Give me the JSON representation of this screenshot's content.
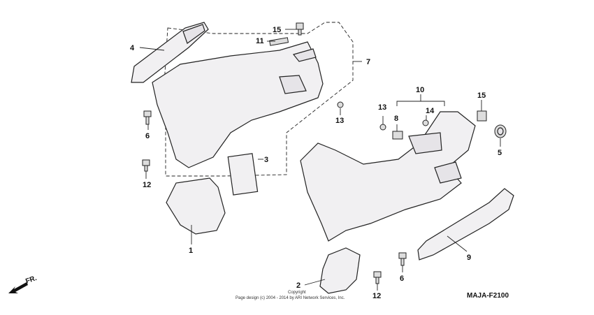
{
  "callouts": {
    "p1": "1",
    "p2": "2",
    "p3": "3",
    "p4": "4",
    "p5": "5",
    "p6a": "6",
    "p6b": "6",
    "p7": "7",
    "p8": "8",
    "p9": "9",
    "p10": "10",
    "p11": "11",
    "p12a": "12",
    "p12b": "12",
    "p13a": "13",
    "p13b": "13",
    "p14": "14",
    "p15a": "15",
    "p15b": "15"
  },
  "front_indicator": "FR.",
  "diagram_code": "MAJA-F2100",
  "copyright": {
    "line1": "Copyright",
    "line2": "Page design (c) 2004 - 2014 by ARI Network Services, Inc."
  }
}
